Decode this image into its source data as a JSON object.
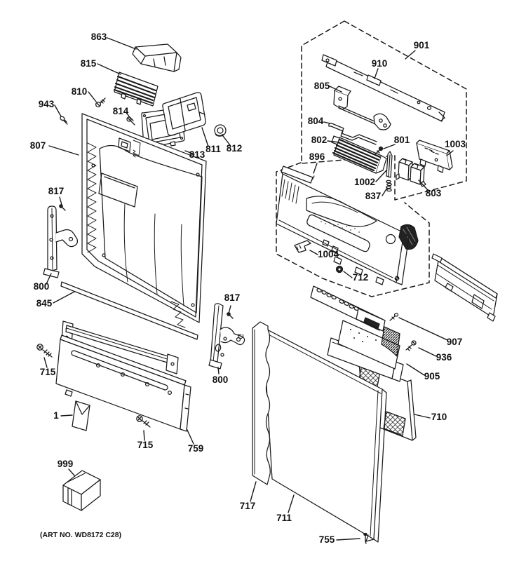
{
  "diagram": {
    "type": "exploded-parts-diagram",
    "footer_note": "(ART NO. WD8172 C28)",
    "colors": {
      "background": "#ffffff",
      "line": "#1a1a1a",
      "dark_fill": "#222222"
    },
    "callouts": [
      {
        "id": "863",
        "label": "863"
      },
      {
        "id": "815",
        "label": "815"
      },
      {
        "id": "810",
        "label": "810"
      },
      {
        "id": "943",
        "label": "943"
      },
      {
        "id": "814",
        "label": "814"
      },
      {
        "id": "807",
        "label": "807"
      },
      {
        "id": "817-left",
        "label": "817"
      },
      {
        "id": "800-left",
        "label": "800"
      },
      {
        "id": "845",
        "label": "845"
      },
      {
        "id": "715-upper",
        "label": "715"
      },
      {
        "id": "1",
        "label": "1"
      },
      {
        "id": "715-lower",
        "label": "715"
      },
      {
        "id": "759",
        "label": "759"
      },
      {
        "id": "999",
        "label": "999"
      },
      {
        "id": "813",
        "label": "813"
      },
      {
        "id": "811",
        "label": "811"
      },
      {
        "id": "812",
        "label": "812"
      },
      {
        "id": "901",
        "label": "901"
      },
      {
        "id": "910",
        "label": "910"
      },
      {
        "id": "805",
        "label": "805"
      },
      {
        "id": "804",
        "label": "804"
      },
      {
        "id": "802",
        "label": "802"
      },
      {
        "id": "801",
        "label": "801"
      },
      {
        "id": "1003",
        "label": "1003"
      },
      {
        "id": "896",
        "label": "896"
      },
      {
        "id": "1002",
        "label": "1002"
      },
      {
        "id": "837",
        "label": "837"
      },
      {
        "id": "803",
        "label": "803"
      },
      {
        "id": "1004",
        "label": "1004"
      },
      {
        "id": "712",
        "label": "712"
      },
      {
        "id": "907",
        "label": "907"
      },
      {
        "id": "936",
        "label": "936"
      },
      {
        "id": "905",
        "label": "905"
      },
      {
        "id": "710",
        "label": "710"
      },
      {
        "id": "717",
        "label": "717"
      },
      {
        "id": "711",
        "label": "711"
      },
      {
        "id": "755",
        "label": "755"
      },
      {
        "id": "817-right",
        "label": "817"
      },
      {
        "id": "800-right",
        "label": "800"
      }
    ]
  }
}
